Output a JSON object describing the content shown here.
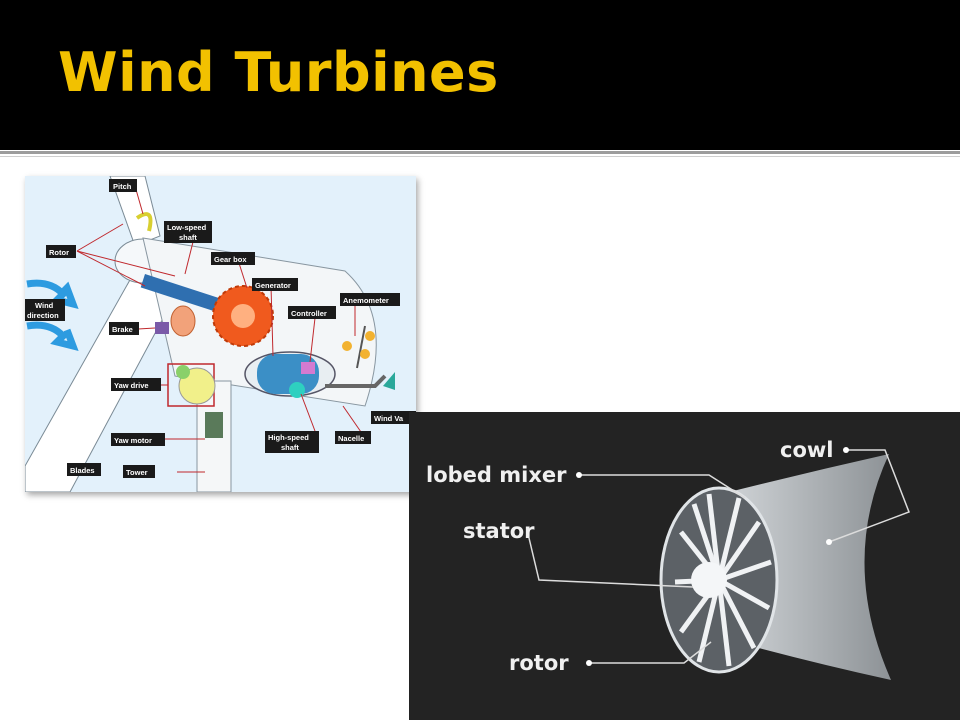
{
  "slide": {
    "title": "Wind Turbines"
  },
  "turbine_diagram": {
    "labels": {
      "pitch": "Pitch",
      "rotor": "Rotor",
      "low_speed_shaft_1": "Low-speed",
      "low_speed_shaft_2": "shaft",
      "gear_box": "Gear box",
      "generator": "Generator",
      "anemometer": "Anemometer",
      "controller": "Controller",
      "wind_direction_1": "Wind",
      "wind_direction_2": "direction",
      "brake": "Brake",
      "yaw_drive": "Yaw drive",
      "wind_vane": "Wind Va",
      "yaw_motor": "Yaw motor",
      "high_speed_shaft_1": "High-speed",
      "high_speed_shaft_2": "shaft",
      "nacelle": "Nacelle",
      "blades": "Blades",
      "tower": "Tower"
    },
    "colors": {
      "label_bg": "#1a1a1a",
      "leader": "#c0282d",
      "gear": "#f05a1e",
      "generator": "#3b8fc6",
      "background": "#e3f1fb"
    }
  },
  "jet_diagram": {
    "labels": {
      "cowl": "cowl",
      "lobed_mixer": "lobed mixer",
      "stator": "stator",
      "rotor": "rotor"
    },
    "colors": {
      "background": "#232323",
      "label": "#f0f0f0"
    }
  }
}
